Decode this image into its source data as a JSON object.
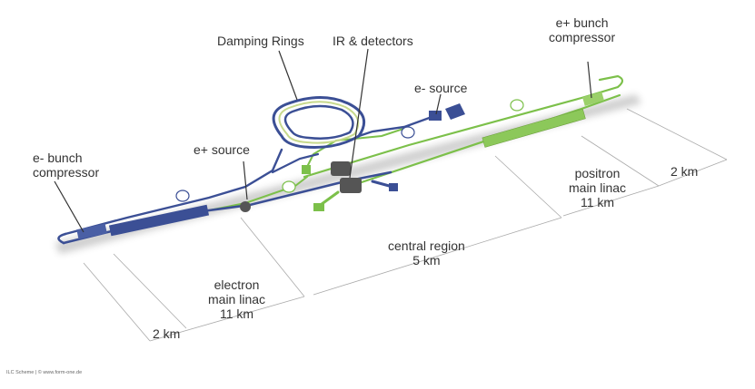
{
  "labels": {
    "damping_rings": "Damping Rings",
    "ir_detectors": "IR & detectors",
    "e_minus_source": "e- source",
    "e_plus_bunch_compressor_line1": "e+ bunch",
    "e_plus_bunch_compressor_line2": "compressor",
    "e_plus_source": "e+ source",
    "e_minus_bunch_compressor_line1": "e- bunch",
    "e_minus_bunch_compressor_line2": "compressor",
    "positron_linac_line1": "positron",
    "positron_linac_line2": "main linac",
    "positron_linac_line3": "11 km",
    "two_km_right": "2 km",
    "central_region_line1": "central region",
    "central_region_line2": "5 km",
    "electron_linac_line1": "electron",
    "electron_linac_line2": "main linac",
    "electron_linac_line3": "11 km",
    "two_km_left": "2 km",
    "credit": "ILC Scheme | © www.form-one.de"
  },
  "colors": {
    "electron_blue": "#3b4f95",
    "positron_green": "#7cc04a",
    "text": "#333333",
    "dimension_line": "#aaaaaa"
  }
}
